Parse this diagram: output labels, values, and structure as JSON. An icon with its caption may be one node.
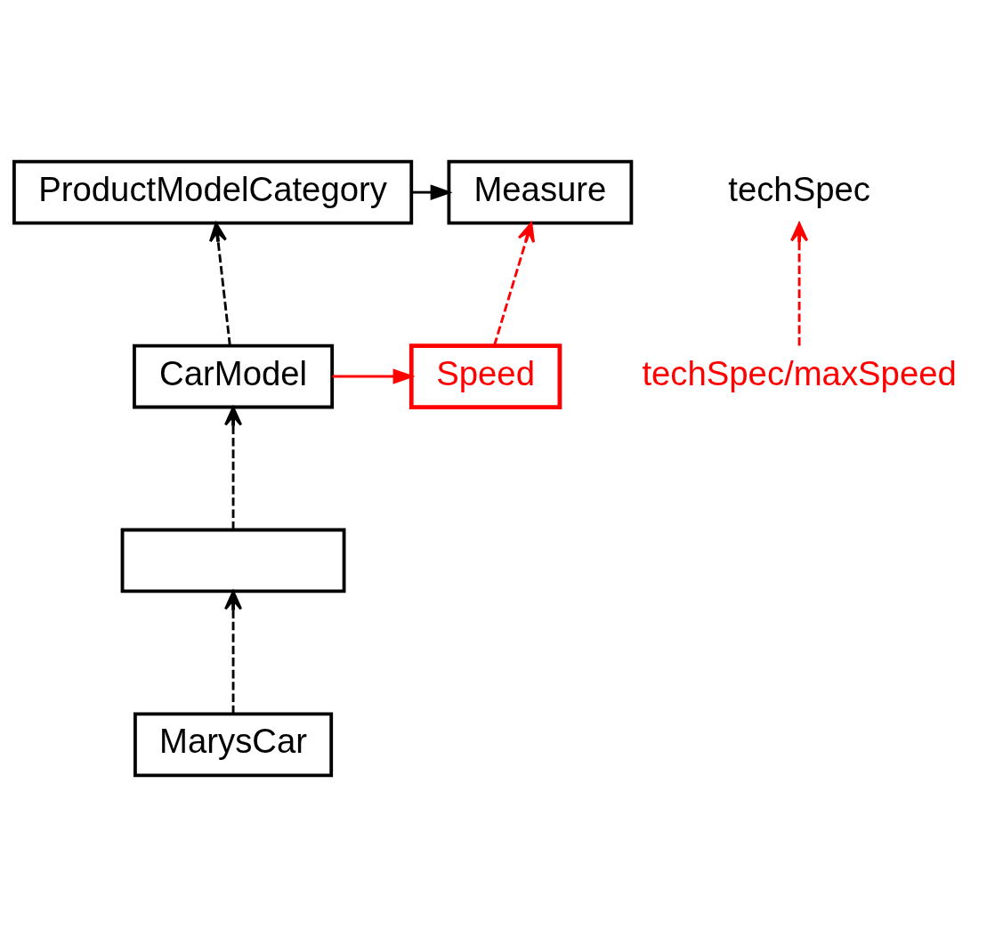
{
  "diagram": {
    "nodes": [
      {
        "text": [
          "ProductModelCategory"
        ]
      },
      {
        "text": [
          "techSpec"
        ]
      },
      {
        "text": [
          "Measure"
        ]
      },
      {
        "text": [
          "techSpec/maxSpeed"
        ]
      },
      {
        "text": [
          "CarModel"
        ]
      },
      {
        "text": [
          "Speed"
        ]
      },
      {
        "text": [],
        "shape": "box"
      },
      {
        "text": [
          "MarysCar"
        ]
      }
    ],
    "edges": [
      {
        "from": 0,
        "to": 2,
        "arrow": "to"
      },
      {
        "from": 3,
        "to": 1,
        "arrow": "to",
        "style": "dashed",
        "color": "#ff0000"
      },
      {
        "from": 4,
        "to": 0,
        "arrow": "to",
        "style": "dashed"
      },
      {
        "from": 4,
        "to": 5,
        "arrow": "to",
        "color": "#ff0000"
      },
      {
        "from": 5,
        "to": 2,
        "arrow": "to",
        "style": "dashed",
        "color": "#ff0000"
      },
      {
        "from": 6,
        "to": 4,
        "arrow": "to",
        "style": "dashed"
      },
      {
        "from": 7,
        "to": 6,
        "arrow": "to",
        "style": "dashed"
      }
    ]
  }
}
